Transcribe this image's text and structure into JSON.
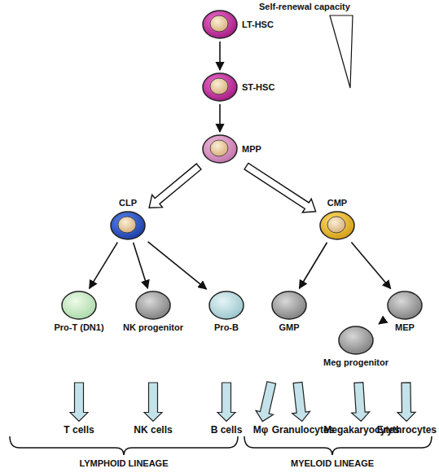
{
  "diagram": {
    "nodes": [
      {
        "text": [
          "LT-HSC"
        ]
      },
      {
        "text": [
          "ST-HSC"
        ]
      },
      {
        "text": [
          "MPP"
        ]
      },
      {
        "text": [
          "CLP"
        ]
      },
      {
        "text": [
          "CMP"
        ]
      },
      {
        "text": [
          "Pro-T (DN1)"
        ]
      },
      {
        "text": [
          "NK progenitor"
        ]
      },
      {
        "text": [
          "Pro-B"
        ]
      },
      {
        "text": [
          "GMP"
        ]
      },
      {
        "text": [
          "MEP"
        ]
      },
      {
        "text": [
          "Meg progenitor"
        ]
      },
      {
        "text": [
          "T cells"
        ]
      },
      {
        "text": [
          "NK cells"
        ]
      },
      {
        "text": [
          "B cells"
        ]
      },
      {
        "text": [
          "Mφ"
        ]
      },
      {
        "text": [
          "Granulocytes"
        ]
      },
      {
        "text": [
          "Megakaryocytes"
        ]
      },
      {
        "text": [
          "Erythrocytes"
        ]
      }
    ],
    "edges": [
      {
        "from": 0,
        "to": 1,
        "arrow": "to"
      },
      {
        "from": 1,
        "to": 2,
        "arrow": "to"
      },
      {
        "from": 2,
        "to": 3,
        "arrow": "to"
      },
      {
        "from": 2,
        "to": 4,
        "arrow": "to"
      },
      {
        "from": 3,
        "to": 5,
        "arrow": "to"
      },
      {
        "from": 3,
        "to": 6,
        "arrow": "to"
      },
      {
        "from": 3,
        "to": 7,
        "arrow": "to"
      },
      {
        "from": 4,
        "to": 8,
        "arrow": "to"
      },
      {
        "from": 4,
        "to": 9,
        "arrow": "to"
      },
      {
        "from": 9,
        "to": 10,
        "arrow": "to"
      },
      {
        "from": 5,
        "to": 11,
        "arrow": "to"
      },
      {
        "from": 6,
        "to": 12,
        "arrow": "to"
      },
      {
        "from": 7,
        "to": 13,
        "arrow": "to"
      },
      {
        "from": 8,
        "to": 14,
        "arrow": "to"
      },
      {
        "from": 8,
        "to": 15,
        "arrow": "to"
      },
      {
        "from": 10,
        "to": 16,
        "arrow": "to"
      },
      {
        "from": 9,
        "to": 17,
        "arrow": "to"
      }
    ],
    "labels": [
      "Self-renewal capacity",
      "LYMPHOID LINEAGE",
      "MYELOID LINEAGE"
    ]
  }
}
